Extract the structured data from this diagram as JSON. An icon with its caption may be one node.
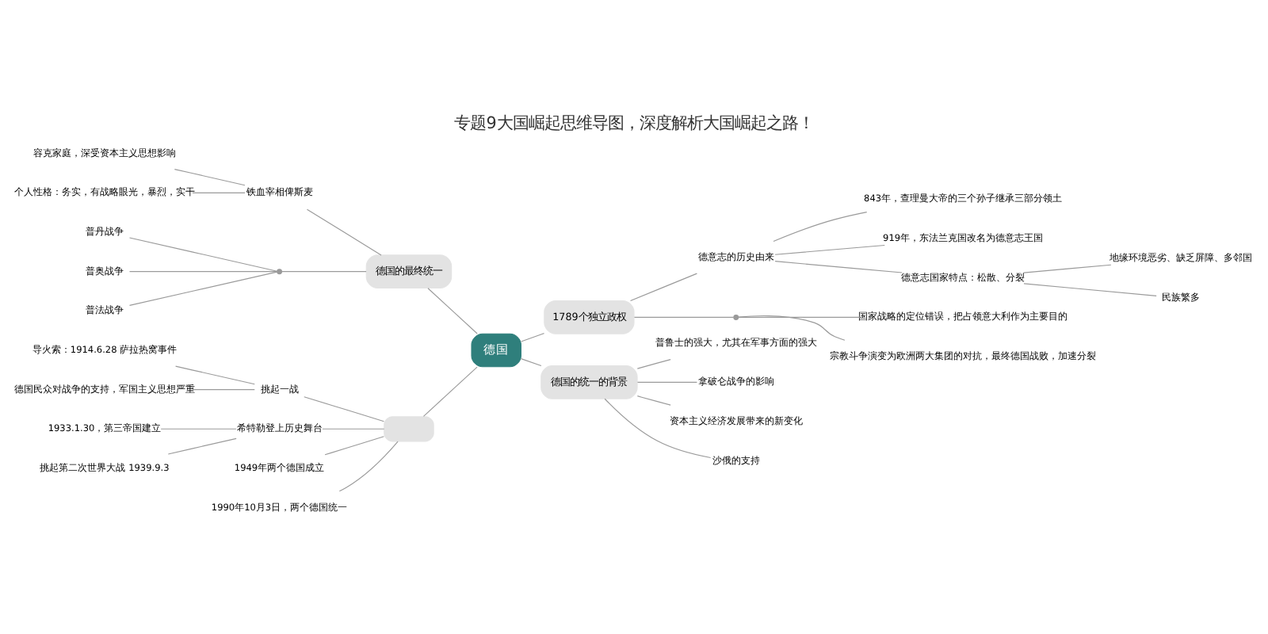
{
  "diagram": {
    "title": "专题9大国崛起思维导图，深度解析大国崛起之路！",
    "nodes": [
      {
        "text": [
          "德国"
        ]
      },
      {
        "text": [
          "德国的最终统一"
        ]
      },
      {
        "text": [
          "铁血宰相俾斯麦"
        ]
      },
      {
        "text": [
          "容克家庭，深受资本主义思想影响"
        ]
      },
      {
        "text": [
          "个人性格：务实，有战略眼光，暴烈，实干"
        ]
      },
      {
        "text": [],
        "shape": "circle"
      },
      {
        "text": [
          "普丹战争"
        ]
      },
      {
        "text": [
          "普奥战争"
        ]
      },
      {
        "text": [
          "普法战争"
        ]
      },
      {
        "text": [],
        "shape": "box"
      },
      {
        "text": [
          "挑起一战"
        ]
      },
      {
        "text": [
          "导火索：1914.6.28 萨拉热窝事件"
        ]
      },
      {
        "text": [
          "德国民众对战争的支持，军国主义思想严重"
        ]
      },
      {
        "text": [
          "希特勒登上历史舞台"
        ]
      },
      {
        "text": [
          "1933.1.30，第三帝国建立"
        ]
      },
      {
        "text": [
          "挑起第二次世界大战 1939.9.3"
        ]
      },
      {
        "text": [
          "1949年两个德国成立"
        ]
      },
      {
        "text": [
          "1990年10月3日，两个德国统一"
        ]
      },
      {
        "text": [
          "1789个独立政权"
        ]
      },
      {
        "text": [
          "德意志的历史由来"
        ]
      },
      {
        "text": [
          "843年，查理曼大帝的三个孙子继承三部分领土"
        ]
      },
      {
        "text": [
          "919年，东法兰克国改名为德意志王国"
        ]
      },
      {
        "text": [
          "德意志国家特点：松散、分裂"
        ]
      },
      {
        "text": [
          "地缘环境恶劣、缺乏屏障、多邻国"
        ]
      },
      {
        "text": [
          "民族繁多"
        ]
      },
      {
        "text": [],
        "shape": "circle"
      },
      {
        "text": [
          "国家战略的定位错误，把占领意大利作为主要目的"
        ]
      },
      {
        "text": [
          "宗教斗争演变为欧洲两大集团的对抗，最终德国战败，加速分裂"
        ]
      },
      {
        "text": [
          "德国的统一的背景"
        ]
      },
      {
        "text": [
          "普鲁士的强大，尤其在军事方面的强大"
        ]
      },
      {
        "text": [
          "拿破仑战争的影响"
        ]
      },
      {
        "text": [
          "资本主义经济发展带来的新变化"
        ]
      },
      {
        "text": [
          "沙俄的支持"
        ]
      }
    ],
    "edges": [
      {
        "from": 1,
        "to": 0,
        "arrow": "none"
      },
      {
        "from": 2,
        "to": 1,
        "arrow": "none"
      },
      {
        "from": 3,
        "to": 2,
        "arrow": "none"
      },
      {
        "from": 4,
        "to": 2,
        "arrow": "none"
      },
      {
        "from": 5,
        "to": 1,
        "arrow": "none"
      },
      {
        "from": 6,
        "to": 5,
        "arrow": "none"
      },
      {
        "from": 7,
        "to": 5,
        "arrow": "none"
      },
      {
        "from": 8,
        "to": 5,
        "arrow": "none"
      },
      {
        "from": 9,
        "to": 0,
        "arrow": "none"
      },
      {
        "from": 10,
        "to": 9,
        "arrow": "none"
      },
      {
        "from": 11,
        "to": 10,
        "arrow": "none"
      },
      {
        "from": 12,
        "to": 10,
        "arrow": "none"
      },
      {
        "from": 13,
        "to": 9,
        "arrow": "none"
      },
      {
        "from": 14,
        "to": 13,
        "arrow": "none"
      },
      {
        "from": 15,
        "to": 13,
        "arrow": "none"
      },
      {
        "from": 16,
        "to": 9,
        "arrow": "none"
      },
      {
        "from": 17,
        "to": 9,
        "arrow": "none"
      },
      {
        "from": 0,
        "to": 18,
        "arrow": "none"
      },
      {
        "from": 18,
        "to": 19,
        "arrow": "none"
      },
      {
        "from": 19,
        "to": 20,
        "arrow": "none"
      },
      {
        "from": 19,
        "to": 21,
        "arrow": "none"
      },
      {
        "from": 19,
        "to": 22,
        "arrow": "none"
      },
      {
        "from": 22,
        "to": 23,
        "arrow": "none"
      },
      {
        "from": 22,
        "to": 24,
        "arrow": "none"
      },
      {
        "from": 18,
        "to": 25,
        "arrow": "none"
      },
      {
        "from": 25,
        "to": 26,
        "arrow": "none"
      },
      {
        "from": 25,
        "to": 27,
        "arrow": "none"
      },
      {
        "from": 0,
        "to": 28,
        "arrow": "none"
      },
      {
        "from": 28,
        "to": 29,
        "arrow": "none"
      },
      {
        "from": 28,
        "to": 30,
        "arrow": "none"
      },
      {
        "from": 28,
        "to": 31,
        "arrow": "none"
      },
      {
        "from": 28,
        "to": 32,
        "arrow": "none"
      }
    ]
  }
}
